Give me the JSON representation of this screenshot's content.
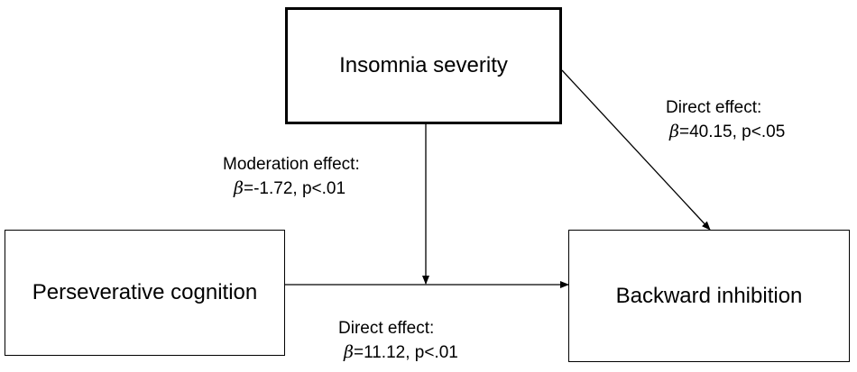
{
  "nodes": {
    "insomnia": "Insomnia severity",
    "perseverative": "Perseverative cognition",
    "backward": "Backward inhibition"
  },
  "edges": {
    "moderation": {
      "title": "Moderation effect:",
      "beta_symbol": "β",
      "stats": "=-1.72, p<.01"
    },
    "direct_insomnia": {
      "title": "Direct effect:",
      "beta_symbol": "β",
      "stats": "=40.15, p<.05"
    },
    "direct_perseverative": {
      "title": "Direct effect:",
      "beta_symbol": "β",
      "stats": "=11.12, p<.01"
    }
  }
}
